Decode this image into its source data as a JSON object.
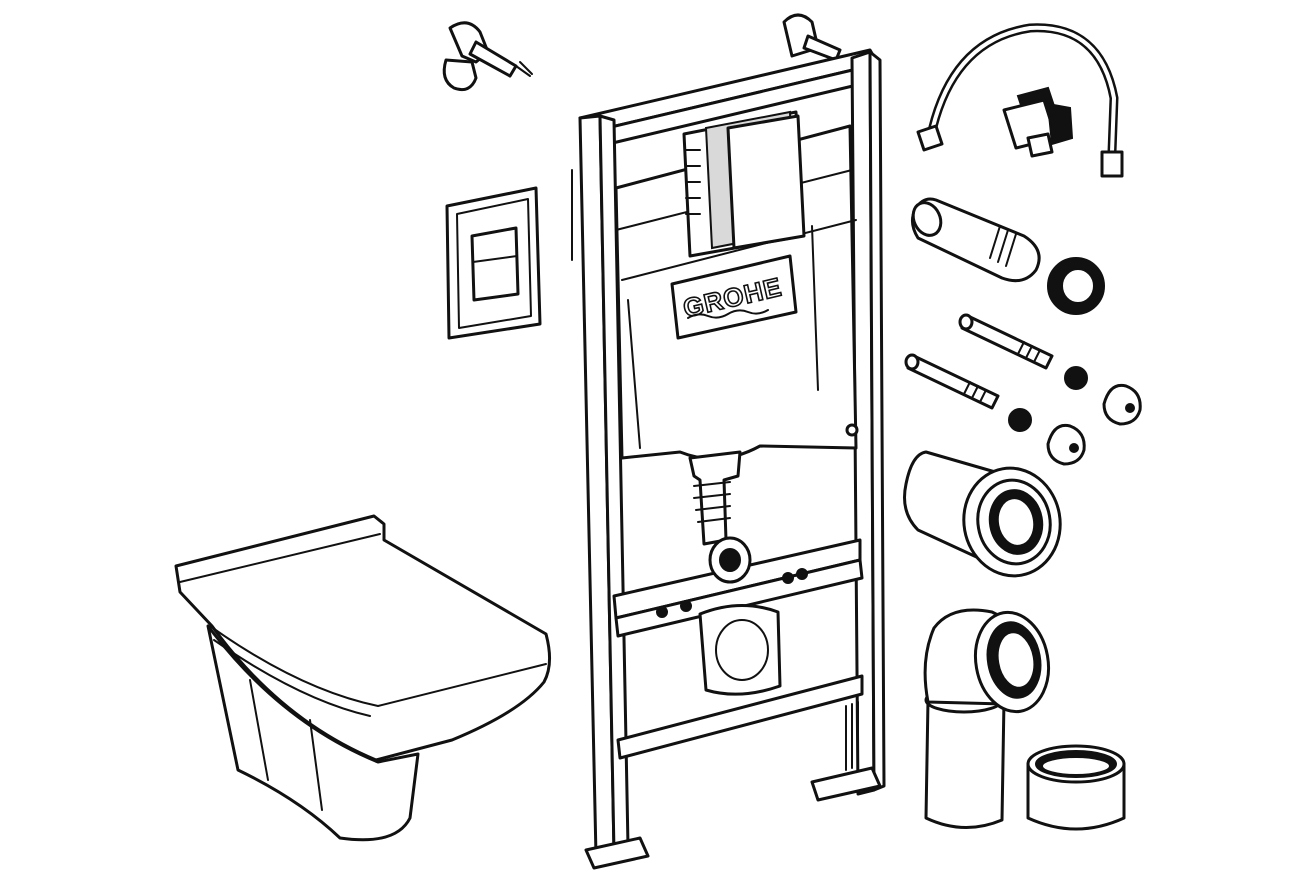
{
  "brand": {
    "logo_text": "GROHE"
  },
  "colors": {
    "line": "#111111",
    "fill": "#ffffff",
    "shade": "#d9d9d9"
  },
  "components": [
    "wall-bracket",
    "flush-plate",
    "installation-frame",
    "cistern",
    "wall-hung-toilet",
    "connection-hose",
    "angle-valve",
    "connector-pipe",
    "rubber-seal",
    "threaded-studs",
    "nuts",
    "cap-covers",
    "drain-connector",
    "drain-elbow",
    "pipe-cap"
  ]
}
